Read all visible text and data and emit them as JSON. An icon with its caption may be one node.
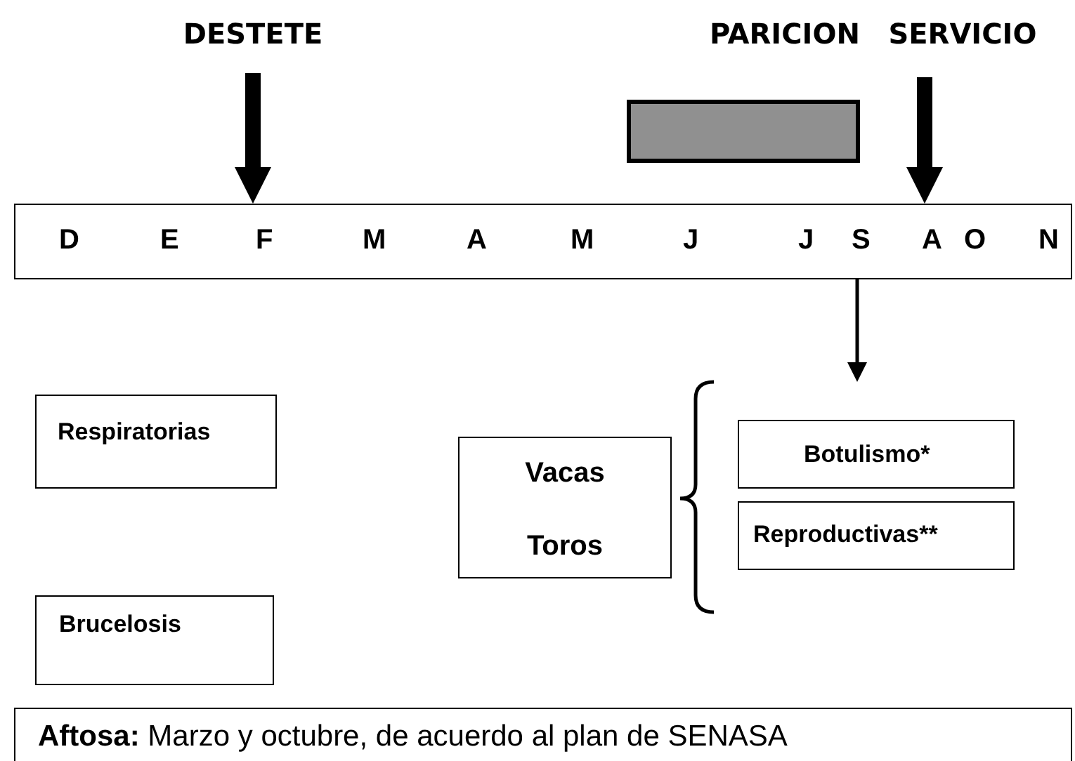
{
  "diagram": {
    "nodes": [
      {
        "text": [
          "DESTETE"
        ]
      },
      {
        "text": [
          "PARICION"
        ]
      },
      {
        "text": [
          "SERVICIO"
        ]
      },
      {
        "text": [
          "D",
          "E",
          "F",
          "M",
          "A",
          "M",
          "J",
          "J",
          "S",
          "A",
          "O",
          "N"
        ]
      },
      {
        "text": [
          "Respiratorias"
        ]
      },
      {
        "text": [
          "Vacas",
          "Toros"
        ]
      },
      {
        "text": [
          "Botulismo*"
        ]
      },
      {
        "text": [
          "Reproductivas**"
        ]
      },
      {
        "text": [
          "Brucelosis"
        ]
      },
      {
        "text": [
          "**Aftosa:** Marzo y octubre, de acuerdo al plan de SENASA"
        ]
      }
    ],
    "edges": [
      {
        "from": 0,
        "to": 3,
        "arrow": "to"
      },
      {
        "from": 2,
        "to": 3,
        "arrow": "to"
      },
      {
        "from": 3,
        "to": null,
        "arrow": "to"
      }
    ]
  }
}
